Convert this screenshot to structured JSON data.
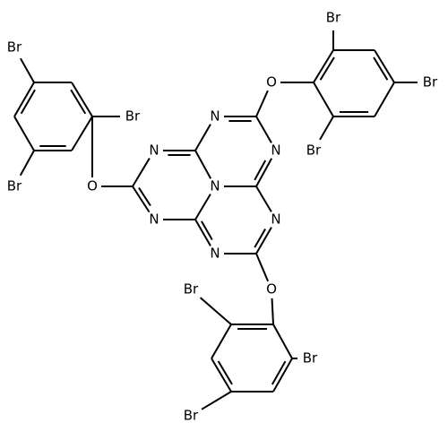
{
  "atom_labels": {
    "N": "N",
    "O": "O",
    "Br": "Br"
  },
  "colors": {
    "background": "#ffffff",
    "bond": "#000000",
    "label": "#000000"
  }
}
